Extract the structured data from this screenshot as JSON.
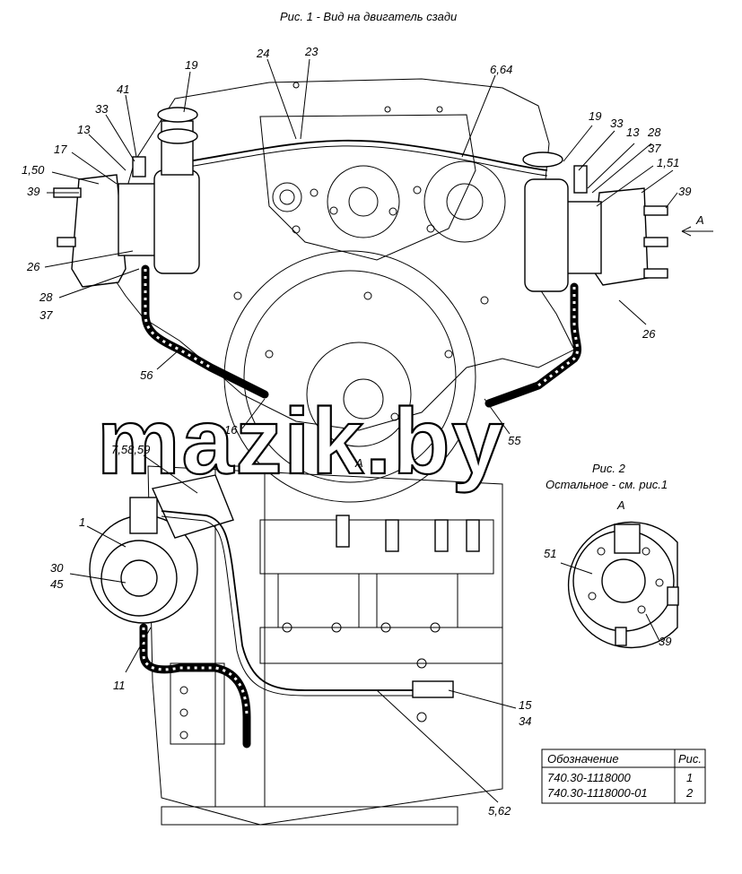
{
  "fig1_caption": "Рис. 1  - Вид на двигатель сзади",
  "fig2_caption": "Рис. 2",
  "fig2_note": "Остальное - см. рис.1",
  "view_mark": "А",
  "watermark": "mazik.by",
  "labels": [
    {
      "id": "l-19a",
      "text": "19"
    },
    {
      "id": "l-24",
      "text": "24"
    },
    {
      "id": "l-23",
      "text": "23"
    },
    {
      "id": "l-664",
      "text": "6,64"
    },
    {
      "id": "l-41",
      "text": "41"
    },
    {
      "id": "l-33a",
      "text": "33"
    },
    {
      "id": "l-13a",
      "text": "13"
    },
    {
      "id": "l-17",
      "text": "17"
    },
    {
      "id": "l-150",
      "text": "1,50"
    },
    {
      "id": "l-39a",
      "text": "39"
    },
    {
      "id": "l-26a",
      "text": "26"
    },
    {
      "id": "l-28a",
      "text": "28"
    },
    {
      "id": "l-37a",
      "text": "37"
    },
    {
      "id": "l-56",
      "text": "56"
    },
    {
      "id": "l-16",
      "text": "16"
    },
    {
      "id": "l-19b",
      "text": "19"
    },
    {
      "id": "l-33b",
      "text": "33"
    },
    {
      "id": "l-13b",
      "text": "13"
    },
    {
      "id": "l-28b",
      "text": "28"
    },
    {
      "id": "l-37b",
      "text": "37"
    },
    {
      "id": "l-151",
      "text": "1,51"
    },
    {
      "id": "l-39b",
      "text": "39"
    },
    {
      "id": "l-a1",
      "text": "А"
    },
    {
      "id": "l-26b",
      "text": "26"
    },
    {
      "id": "l-55",
      "text": "55"
    },
    {
      "id": "l-a2",
      "text": "А"
    },
    {
      "id": "l-75859",
      "text": "7,58,59"
    },
    {
      "id": "l-1",
      "text": "1"
    },
    {
      "id": "l-30",
      "text": "30"
    },
    {
      "id": "l-45",
      "text": "45"
    },
    {
      "id": "l-11",
      "text": "11"
    },
    {
      "id": "l-15",
      "text": "15"
    },
    {
      "id": "l-34",
      "text": "34"
    },
    {
      "id": "l-562",
      "text": "5,62"
    },
    {
      "id": "l-51",
      "text": "51"
    },
    {
      "id": "l-39c",
      "text": "39"
    },
    {
      "id": "l-a3",
      "text": "А"
    }
  ],
  "table": {
    "headers": [
      "Обозначение",
      "Рис."
    ],
    "rows": [
      [
        "740.30-1118000",
        "1"
      ],
      [
        "740.30-1118000-01",
        "2"
      ]
    ]
  }
}
